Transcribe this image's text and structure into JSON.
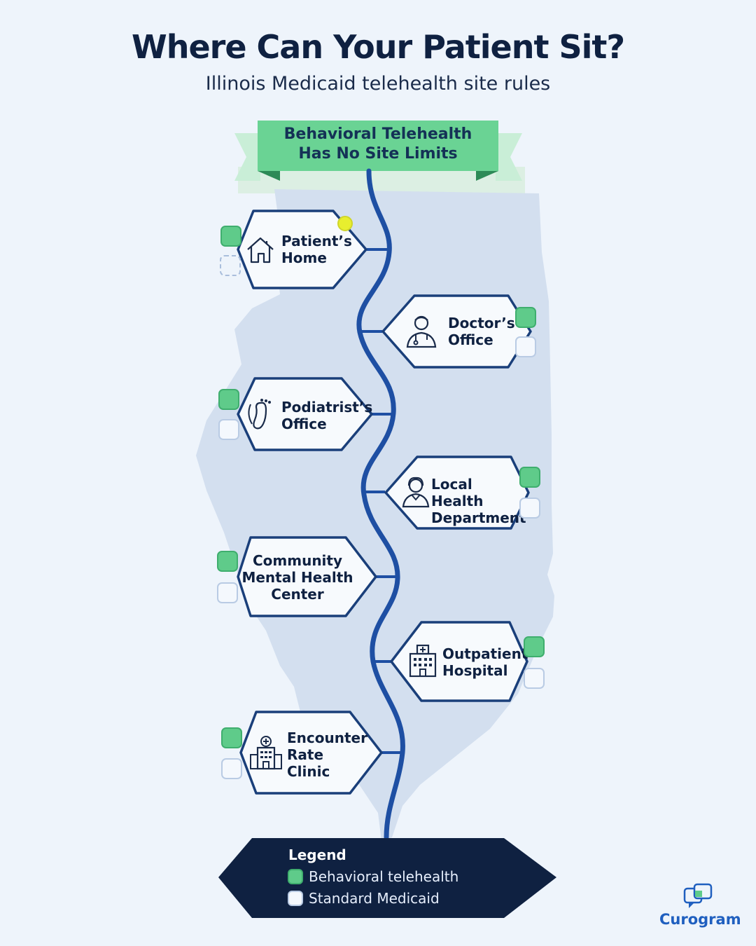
{
  "header": {
    "title": "Where Can Your Patient Sit?",
    "subtitle": "Illinois Medicaid telehealth site rules"
  },
  "banner": {
    "line1": "Behavioral Telehealth",
    "line2": "Has No Site Limits"
  },
  "sites": [
    {
      "line1": "Patient’s",
      "line2": "Home",
      "icon": "house-icon",
      "behavioral": true,
      "standard": false
    },
    {
      "line1": "Doctor’s",
      "line2": "Office",
      "icon": "doctor-icon",
      "behavioral": true,
      "standard": true
    },
    {
      "line1": "Podiatrist’s",
      "line2": "Office",
      "icon": "foot-icon",
      "behavioral": true,
      "standard": true
    },
    {
      "line1": "Local Health",
      "line2": "Department",
      "icon": "nurse-icon",
      "behavioral": true,
      "standard": true
    },
    {
      "line1": "Community",
      "line2": "Mental Health",
      "line3": "Center",
      "behavioral": true,
      "standard": true
    },
    {
      "line1": "Outpatient",
      "line2": "Hospital",
      "icon": "hospital-icon",
      "behavioral": true,
      "standard": true
    },
    {
      "line1": "Encounter",
      "line2": "Rate",
      "line3": "Clinic",
      "icon": "clinic-icon",
      "behavioral": true,
      "standard": true
    }
  ],
  "legend": {
    "title": "Legend",
    "behavioral": "Behavioral telehealth",
    "standard": "Standard Medicaid"
  },
  "brand": {
    "name": "Curogram"
  },
  "colors": {
    "navy": "#0f2141",
    "route": "#1e4fa3",
    "green": "#5fcb8a",
    "map": "#d3dfef",
    "legend_bg": "#0f2141",
    "brand": "#1f5fbf"
  }
}
